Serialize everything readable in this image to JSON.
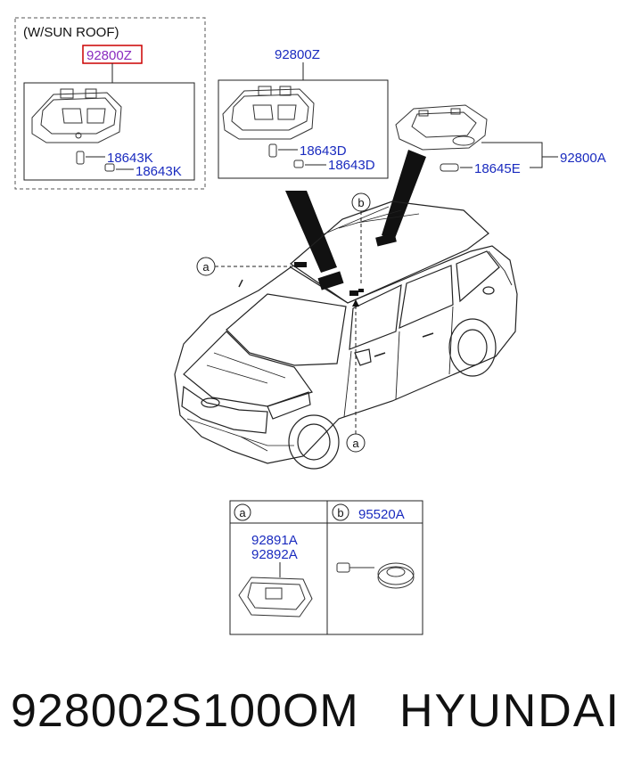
{
  "sunroof_group": {
    "title": "(W/SUN ROOF)",
    "part_no": "92800Z",
    "bulb_1": "18643K",
    "bulb_2": "18643K"
  },
  "standard_group": {
    "part_no": "92800Z",
    "bulb_1": "18643D",
    "bulb_2": "18643D"
  },
  "rear_group": {
    "part_no": "92800A",
    "bulb": "18645E"
  },
  "callouts": {
    "a": "a",
    "b": "b"
  },
  "detail_table": {
    "col_a": {
      "marker": "a",
      "parts": [
        "92891A",
        "92892A"
      ]
    },
    "col_b": {
      "marker": "b",
      "part": "95520A"
    }
  },
  "footer": {
    "part_number": "928002S100OM",
    "brand": "HYUNDAI"
  },
  "colors": {
    "label_blue": "#1a2bbf",
    "highlight_red": "#cc0000",
    "line": "#222222"
  }
}
